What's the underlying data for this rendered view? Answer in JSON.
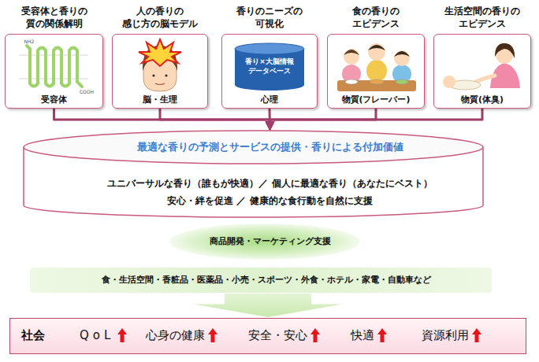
{
  "diagram": {
    "nodes": [
      {
        "text": [
          "受容体と香りの 質の関係解明",
          "受容体"
        ]
      },
      {
        "text": [
          "人の香りの 感じ方の脳モデル",
          "脳・生理"
        ]
      },
      {
        "text": [
          "香りのニーズの 可視化",
          "心理"
        ]
      },
      {
        "text": [
          "食の香りの エビデンス",
          "物質(フレーバー)"
        ]
      },
      {
        "text": [
          "生活空間の香りの エビデンス",
          "物質(体臭)"
        ]
      },
      {
        "text": [
          "最適な香りの予測とサービスの提供・香りによる付加価値",
          "ユニバーサルな香り（誰もが快適）／ 個人に最適な香り（あなたにベスト）",
          "安心・絆を促進 ／ 健康的な食行動を自然に支援"
        ]
      },
      {
        "text": [
          "商品開発・マーケティング支援"
        ]
      },
      {
        "text": [
          "食・生活空間・香粧品・医薬品・小売・スポーツ・外食・ホテル・家電・自動車など"
        ]
      },
      {
        "text": [
          "社会",
          "QoL",
          "心身の健康",
          "安全・安心",
          "快適",
          "資源利用"
        ]
      }
    ],
    "edges": [
      {
        "from": 0,
        "to": 5,
        "arrow": "to"
      },
      {
        "from": 1,
        "to": 5,
        "arrow": "to"
      },
      {
        "from": 2,
        "to": 5,
        "arrow": "to"
      },
      {
        "from": 3,
        "to": 5,
        "arrow": "to"
      },
      {
        "from": 4,
        "to": 5,
        "arrow": "to"
      },
      {
        "from": 7,
        "to": 8,
        "arrow": "to"
      }
    ],
    "labels": [
      "香り×大脳情報 データベース",
      "NH2",
      "COOH"
    ]
  }
}
